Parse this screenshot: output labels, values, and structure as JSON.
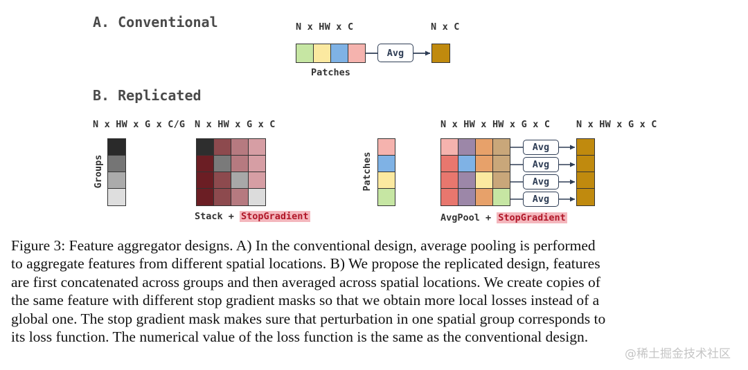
{
  "section_a": {
    "title": "A. Conventional",
    "input_dims": "N x HW x C",
    "output_dims": "N x C",
    "op_label": "Avg",
    "caption": "Patches",
    "colors": [
      "#c6e6a3",
      "#fbe9a0",
      "#7fb2e5",
      "#f5b3ae"
    ],
    "output_color": "#c08a0e"
  },
  "section_b": {
    "title": "B. Replicated",
    "groups": {
      "dims": "N x HW x G x C/G",
      "label": "Groups",
      "colors": [
        "#2a2a2a",
        "#757575",
        "#ababab",
        "#dedede"
      ]
    },
    "stack": {
      "dims": "N x HW x G x C",
      "label_prefix": "Stack + ",
      "label_highlight": "StopGradient",
      "grid": [
        [
          "#2e2e2e",
          "#8d4a4e",
          "#b67a80",
          "#d69ea4"
        ],
        [
          "#6b1e24",
          "#7a7a7a",
          "#b67a80",
          "#d69ea4"
        ],
        [
          "#6b1e24",
          "#8d4a4e",
          "#a8a8a8",
          "#d69ea4"
        ],
        [
          "#6b1e24",
          "#8d4a4e",
          "#b67a80",
          "#dcdcdc"
        ]
      ]
    },
    "patches": {
      "label": "Patches",
      "colors": [
        "#f5b3ae",
        "#7fb2e5",
        "#fbe9a0",
        "#c6e6a3"
      ]
    },
    "avgpool": {
      "dims_in": "N x HW x HW x G x C",
      "dims_out": "N x HW x G x C",
      "op_label": "Avg",
      "label_prefix": "AvgPool + ",
      "label_highlight": "StopGradient",
      "grid": [
        [
          "#f5b3ae",
          "#9c87a8",
          "#e7a16a",
          "#c9a77a"
        ],
        [
          "#e8776e",
          "#7fb2e5",
          "#e7a16a",
          "#c9a77a"
        ],
        [
          "#e8776e",
          "#9c87a8",
          "#fbe9a0",
          "#c9a77a"
        ],
        [
          "#e8776e",
          "#9c87a8",
          "#e7a16a",
          "#c6e6a3"
        ]
      ],
      "output_color": "#c08a0e"
    }
  },
  "caption_lines": [
    "Figure 3: Feature aggregator designs. A) In the conventional design, average pooling is performed",
    "to aggregate features from different spatial locations. B) We propose the replicated design, features",
    "are first concatenated across groups and then averaged across spatial locations. We create copies of",
    "the same feature with different stop gradient masks so that we obtain more local losses instead of a",
    "global one. The stop gradient mask makes sure that perturbation in one spatial group corresponds to",
    "its loss function. The numerical value of the loss function is the same as the conventional design."
  ],
  "watermark": "@稀土掘金技术社区"
}
